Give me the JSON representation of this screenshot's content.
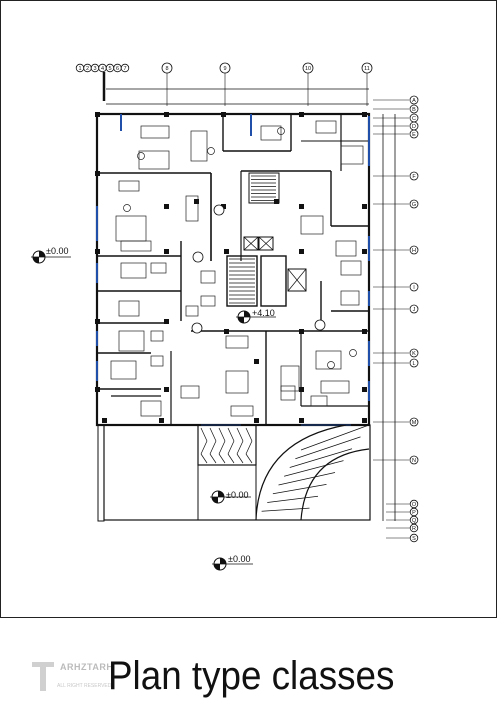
{
  "caption": {
    "title": "Plan type classes",
    "logo_text": "ARHZTARH",
    "logo_sub": "ALL RIGHT RESERVED"
  },
  "plan": {
    "top_axes_left_group": [
      "1",
      "2",
      "3",
      "4",
      "5",
      "6",
      "7"
    ],
    "top_axes": [
      "8",
      "9",
      "10",
      "11"
    ],
    "right_axes": [
      "A",
      "B",
      "C",
      "D",
      "E",
      "F",
      "G",
      "H",
      "I",
      "J",
      "K",
      "L",
      "M",
      "N"
    ],
    "right_axes_bottom": [
      "O",
      "P",
      "Q",
      "R",
      "S"
    ],
    "levels": {
      "left": "±0.00",
      "center": "+4.10",
      "ramp": "±0.00",
      "bottom": "±0.00"
    }
  },
  "colors": {
    "line": "#111111",
    "window": "#1f4fa8",
    "hatch": "#333333"
  }
}
